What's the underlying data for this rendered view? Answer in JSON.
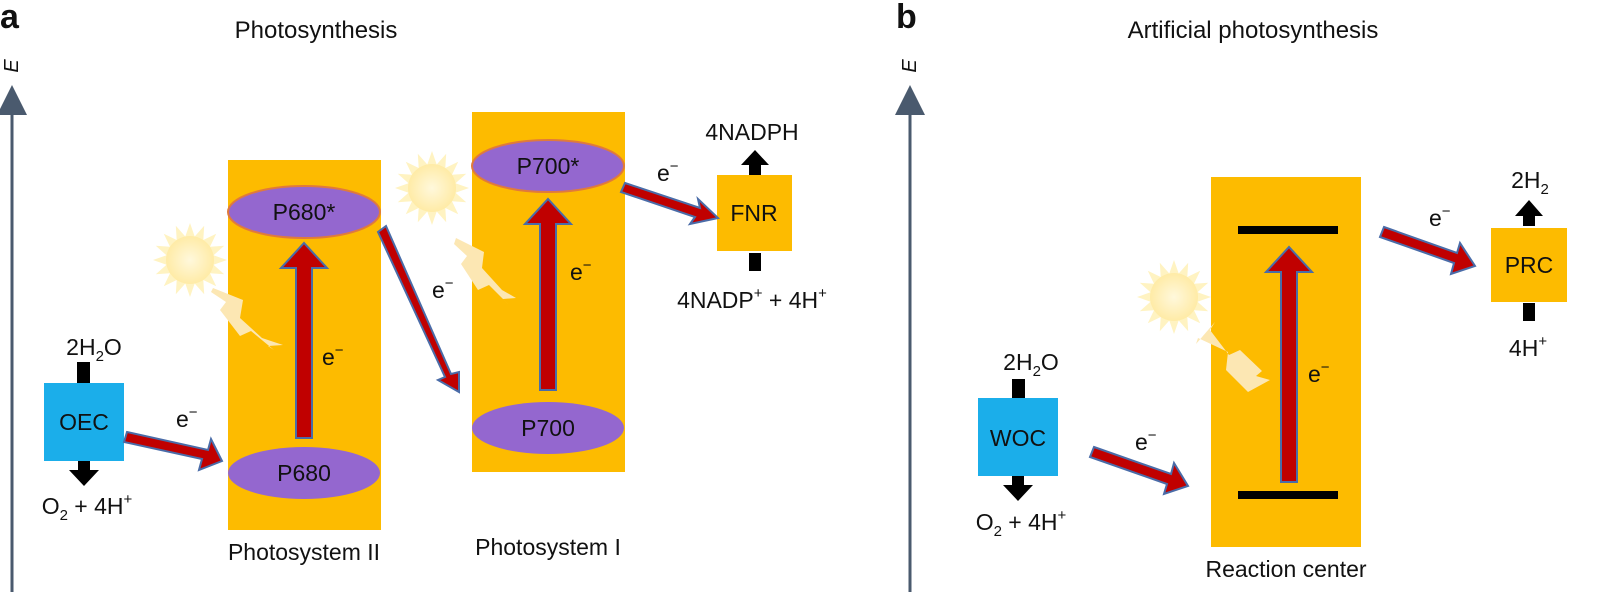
{
  "panel_a": {
    "letter": "a",
    "title": "Photosynthesis",
    "axis_label": "E",
    "photosystem2": {
      "label": "Photosystem II",
      "low": "P680",
      "high": "P680*"
    },
    "photosystem1": {
      "label": "Photosystem I",
      "low": "P700",
      "high": "P700*"
    },
    "oec": {
      "label": "OEC",
      "input_main": "2H",
      "input_sub": "2",
      "input_tail": "O",
      "output_o": "O",
      "output_sub": "2",
      "output_rest": " + 4H",
      "output_sup": "+"
    },
    "fnr": {
      "label": "FNR",
      "product": "4NADPH",
      "reactant_main": "4NADP",
      "reactant_sup": "+",
      "reactant_mid": " + 4H",
      "reactant_sup2": "+"
    },
    "electron": "e",
    "electron_sup": "−"
  },
  "panel_b": {
    "letter": "b",
    "title": "Artificial photosynthesis",
    "axis_label": "E",
    "reaction_center": {
      "label": "Reaction center"
    },
    "woc": {
      "label": "WOC",
      "input_main": "2H",
      "input_sub": "2",
      "input_tail": "O",
      "output_o": "O",
      "output_sub": "2",
      "output_rest": " + 4H",
      "output_sup": "+"
    },
    "prc": {
      "label": "PRC",
      "product_main": "2H",
      "product_sub": "2",
      "reactant_main": "4H",
      "reactant_sup": "+"
    },
    "electron": "e",
    "electron_sup": "−"
  },
  "colors": {
    "photosystem": "#FDBB00",
    "pigment": "#9467CF",
    "pigment_stroke": "#E07A3C",
    "arrow_fill": "#C00000",
    "arrow_stroke": "#4A6CA8",
    "catalyst": "#1BAEEA",
    "axis": "#4A5A6E",
    "sun": "#FFF3C2",
    "bolt": "#FCE7B3"
  }
}
